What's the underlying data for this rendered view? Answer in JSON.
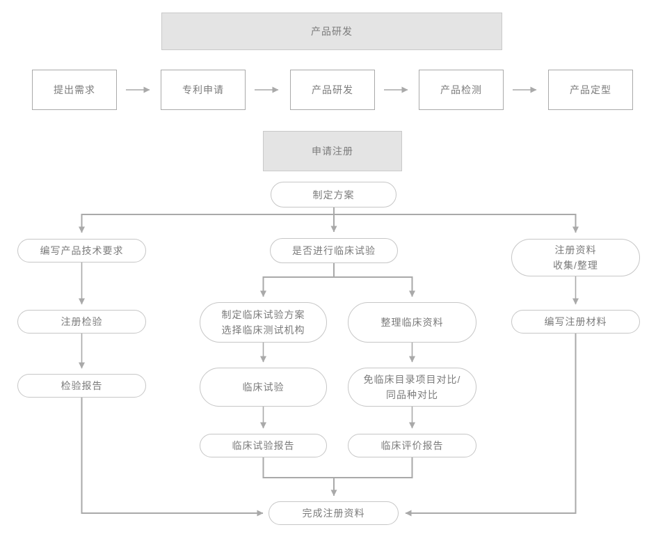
{
  "flowchart": {
    "phase1": {
      "header": "产品研发",
      "steps": [
        "提出需求",
        "专利申请",
        "产品研发",
        "产品检测",
        "产品定型"
      ]
    },
    "phase2": {
      "header": "申请注册",
      "make_plan": "制定方案",
      "left_branch": {
        "write_tech_req": "编写产品技术要求",
        "reg_inspection": "注册检验",
        "inspection_report": "检验报告"
      },
      "middle_branch": {
        "clinical_decision": "是否进行临床试验",
        "clinical_plan_line1": "制定临床试验方案",
        "clinical_plan_line2": "选择临床测试机构",
        "organize_clinical_data": "整理临床资料",
        "clinical_trial": "临床试验",
        "exempt_compare_line1": "免临床目录项目对比/",
        "exempt_compare_line2": "同品种对比",
        "clinical_trial_report": "临床试验报告",
        "clinical_eval_report": "临床评价报告"
      },
      "right_branch": {
        "reg_data_line1": "注册资料",
        "reg_data_line2": "收集/整理",
        "write_reg_materials": "编写注册材料"
      },
      "final": {
        "complete_reg_data": "完成注册资料"
      }
    },
    "colors": {
      "header_fill": "#e4e4e4",
      "header_border": "#c9c9c9",
      "step_border": "#a9a9a9",
      "pill_border": "#c6c6c6",
      "connector": "#a9a9a9",
      "text": "#7b7b7b"
    }
  }
}
